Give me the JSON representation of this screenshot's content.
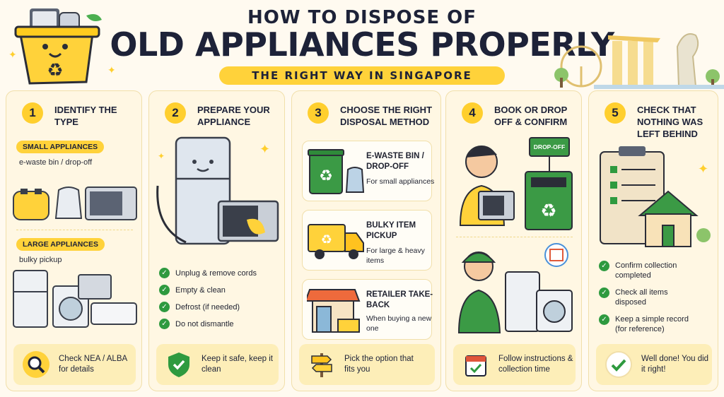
{
  "header": {
    "title_line1": "HOW TO DISPOSE OF",
    "title_line2": "OLD APPLIANCES PROPERLY",
    "subtitle": "THE RIGHT WAY IN SINGAPORE"
  },
  "steps": [
    {
      "number": "1",
      "title": "IDENTIFY THE TYPE",
      "small_tag": "SMALL APPLIANCES",
      "small_desc": "e-waste bin / drop-off",
      "large_tag": "LARGE APPLIANCES",
      "large_desc": "bulky pickup",
      "footer": "Check NEA / ALBA for details"
    },
    {
      "number": "2",
      "title": "PREPARE YOUR APPLIANCE",
      "checks": [
        "Unplug & remove cords",
        "Empty & clean",
        "Defrost (if needed)",
        "Do not dismantle"
      ],
      "footer": "Keep it safe, keep it clean"
    },
    {
      "number": "3",
      "title": "CHOOSE THE RIGHT DISPOSAL METHOD",
      "options": [
        {
          "title": "E-WASTE BIN / DROP-OFF",
          "desc": "For small appliances"
        },
        {
          "title": "BULKY ITEM PICKUP",
          "desc": "For large & heavy items"
        },
        {
          "title": "RETAILER TAKE-BACK",
          "desc": "When buying a new one"
        }
      ],
      "footer": "Pick the option that fits you"
    },
    {
      "number": "4",
      "title": "BOOK OR DROP OFF & CONFIRM",
      "dropoff_label": "DROP-OFF",
      "footer": "Follow instructions & collection time"
    },
    {
      "number": "5",
      "title": "CHECK THAT NOTHING WAS LEFT BEHIND",
      "checks": [
        "Confirm collection completed",
        "Check all items disposed",
        "Keep a simple record (for reference)"
      ],
      "footer": "Well done! You did it right!"
    }
  ],
  "colors": {
    "accent": "#ffd23a",
    "green": "#2e9a3f",
    "panel": "#fff7e3",
    "navy": "#1d2238"
  },
  "icons": [
    "recycle-bin-mascot-icon",
    "recycle-icon",
    "magnifier-icon",
    "shield-check-icon",
    "signpost-icon",
    "calendar-icon",
    "checkmark-icon",
    "sparkle-icon"
  ]
}
